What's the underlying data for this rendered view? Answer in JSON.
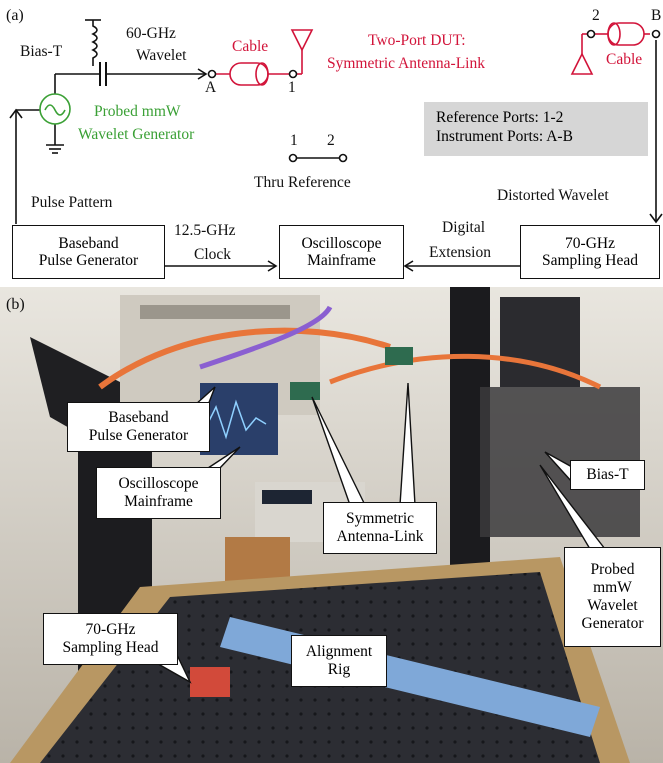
{
  "panel_a": {
    "label": "(a)",
    "bias_t": "Bias-T",
    "wavelet_freq": "60-GHz",
    "wavelet": "Wavelet",
    "cable_left": "Cable",
    "port_a": "A",
    "port_1": "1",
    "port_2": "2",
    "port_b_partial": "B",
    "cable_right": "Cable",
    "dut_line1": "Two-Port DUT:",
    "dut_line2": "Symmetric Antenna-Link",
    "generator_line1": "Probed mmW",
    "generator_line2": "Wavelet Generator",
    "ref_ports": "Reference Ports: 1-2",
    "instr_ports": "Instrument Ports: A-B",
    "thru_port1": "1",
    "thru_port2": "2",
    "thru_label": "Thru Reference",
    "pulse_pattern": "Pulse Pattern",
    "distorted": "Distorted Wavelet",
    "clock_line1": "12.5-GHz",
    "clock_line2": "Clock",
    "digital_line1": "Digital",
    "digital_line2": "Extension",
    "baseband_line1": "Baseband",
    "baseband_line2": "Pulse Generator",
    "scope_line1": "Oscilloscope",
    "scope_line2": "Mainframe",
    "sampling_line1": "70-GHz",
    "sampling_line2": "Sampling Head"
  },
  "panel_b": {
    "label": "(b)",
    "baseband_line1": "Baseband",
    "baseband_line2": "Pulse Generator",
    "scope_line1": "Oscilloscope",
    "scope_line2": "Mainframe",
    "antenna_line1": "Symmetric",
    "antenna_line2": "Antenna-Link",
    "biast": "Bias-T",
    "probed_line1": "Probed",
    "probed_line2": "mmW",
    "probed_line3": "Wavelet",
    "probed_line4": "Generator",
    "sampling_line1": "70-GHz",
    "sampling_line2": "Sampling Head",
    "align_line1": "Alignment",
    "align_line2": "Rig"
  },
  "colors": {
    "red": "#d2143a",
    "green": "#3aa035",
    "gray_box": "#d6d6d6"
  }
}
